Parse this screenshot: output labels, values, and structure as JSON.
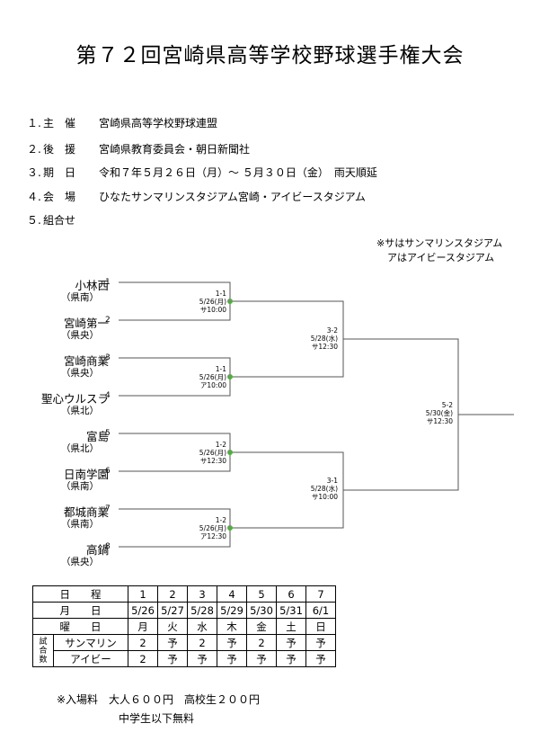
{
  "title": "第７２回宮崎県高等学校野球選手権大会",
  "info": [
    {
      "num": "１.",
      "label": "主　催",
      "value": "宮崎県高等学校野球連盟"
    },
    {
      "num": "２.",
      "label": "後　援",
      "value": "宮崎県教育委員会・朝日新聞社"
    },
    {
      "num": "３.",
      "label": "期　日",
      "value": "令和７年５月２６日（月）～ ５月３０日（金）　雨天順延"
    },
    {
      "num": "４.",
      "label": "会　場",
      "value": "ひなたサンマリンスタジアム宮崎・アイビースタジアム"
    },
    {
      "num": "５.",
      "label": "組合せ",
      "value": ""
    }
  ],
  "venue_note": [
    "※サはサンマリンスタジアム",
    "アはアイビースタジアム"
  ],
  "teams": [
    {
      "name": "小林西",
      "num": "1",
      "region": "（県南）"
    },
    {
      "name": "宮崎第一",
      "num": "2",
      "region": "（県央）"
    },
    {
      "name": "宮崎商業",
      "num": "3",
      "region": "（県央）"
    },
    {
      "name": "聖心ウルスラ",
      "num": "4",
      "region": "（県北）"
    },
    {
      "name": "富島",
      "num": "5",
      "region": "（県北）"
    },
    {
      "name": "日南学園",
      "num": "6",
      "region": "（県南）"
    },
    {
      "name": "都城商業",
      "num": "7",
      "region": "（県南）"
    },
    {
      "name": "高鍋",
      "num": "8",
      "region": "（県央）"
    }
  ],
  "matches": [
    {
      "id": "1-1",
      "date": "5/26(月)",
      "time": "サ10:00"
    },
    {
      "id": "1-1",
      "date": "5/26(月)",
      "time": "ア10:00"
    },
    {
      "id": "1-2",
      "date": "5/26(月)",
      "time": "サ12:30"
    },
    {
      "id": "1-2",
      "date": "5/26(月)",
      "time": "ア12:30"
    },
    {
      "id": "3-2",
      "date": "5/28(水)",
      "time": "サ12:30"
    },
    {
      "id": "3-1",
      "date": "5/28(水)",
      "time": "サ10:00"
    },
    {
      "id": "5-2",
      "date": "5/30(金)",
      "time": "サ12:30"
    }
  ],
  "schedule": {
    "row_days": {
      "label": "日　　程",
      "values": [
        "1",
        "2",
        "3",
        "4",
        "5",
        "6",
        "7"
      ]
    },
    "row_dates": {
      "label": "月　　日",
      "values": [
        "5/26",
        "5/27",
        "5/28",
        "5/29",
        "5/30",
        "5/31",
        "6/1"
      ]
    },
    "row_weekday": {
      "label": "曜　　日",
      "values": [
        "月",
        "火",
        "水",
        "木",
        "金",
        "土",
        "日"
      ]
    },
    "side_label": [
      "試",
      "合",
      "数"
    ],
    "row_sunmarine": {
      "label": "サンマリン",
      "values": [
        "2",
        "予",
        "2",
        "予",
        "2",
        "予",
        "予"
      ]
    },
    "row_ivy": {
      "label": "アイビー",
      "values": [
        "2",
        "予",
        "予",
        "予",
        "予",
        "予",
        "予"
      ]
    }
  },
  "fees": [
    "※入場料　大人６００円　高校生２００円",
    "中学生以下無料"
  ],
  "colors": {
    "line": "#555555",
    "dot": "#5aa74a"
  }
}
